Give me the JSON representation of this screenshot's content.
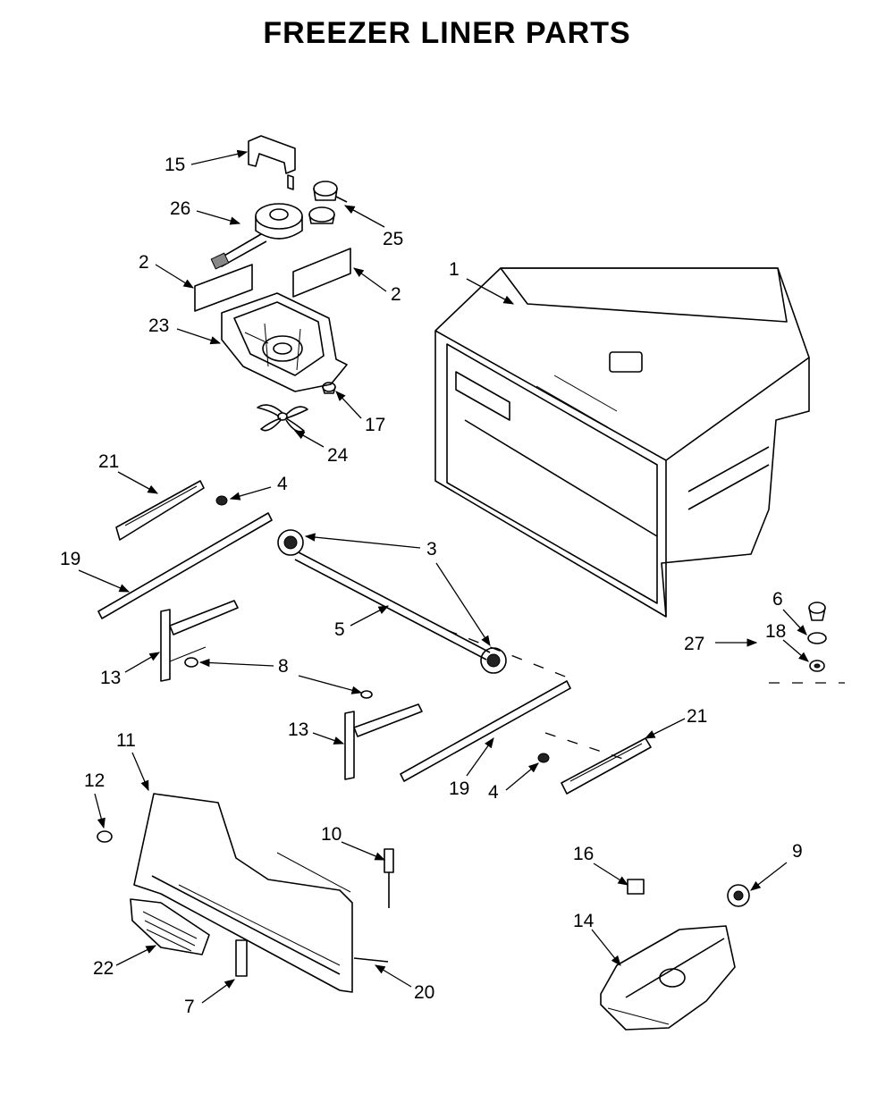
{
  "title": "FREEZER LINER PARTS",
  "callouts": [
    "1",
    "2",
    "3",
    "4",
    "5",
    "6",
    "7",
    "8",
    "9",
    "10",
    "11",
    "12",
    "13",
    "14",
    "15",
    "16",
    "17",
    "18",
    "19",
    "20",
    "21",
    "22",
    "23",
    "24",
    "25",
    "26",
    "27"
  ]
}
